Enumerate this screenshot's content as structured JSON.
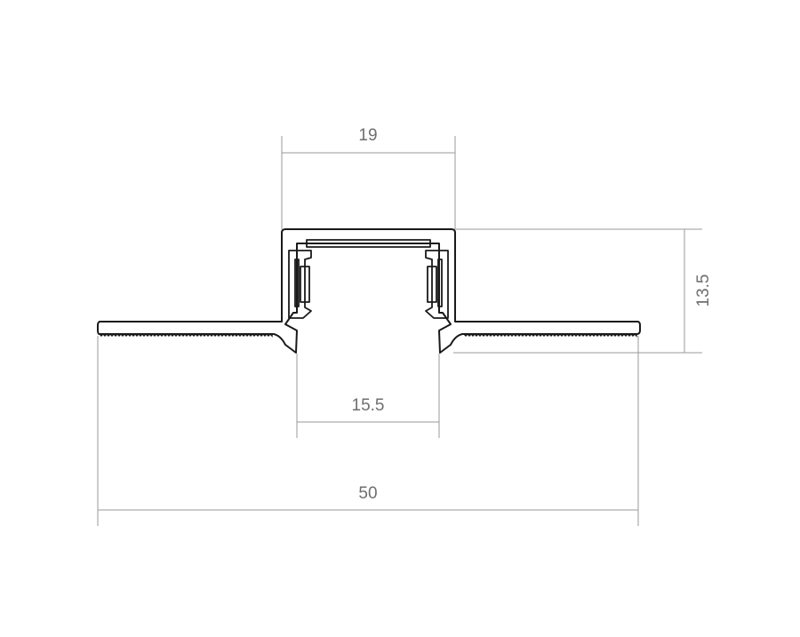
{
  "diagram": {
    "dimensions": {
      "top_width": "19",
      "height": "13.5",
      "inner_width": "15.5",
      "total_width": "50"
    },
    "colors": {
      "outline": "#1a1a1a",
      "dimension_line": "#9a9a9a",
      "dimension_text": "#6f6f6f",
      "background": "#ffffff"
    }
  }
}
